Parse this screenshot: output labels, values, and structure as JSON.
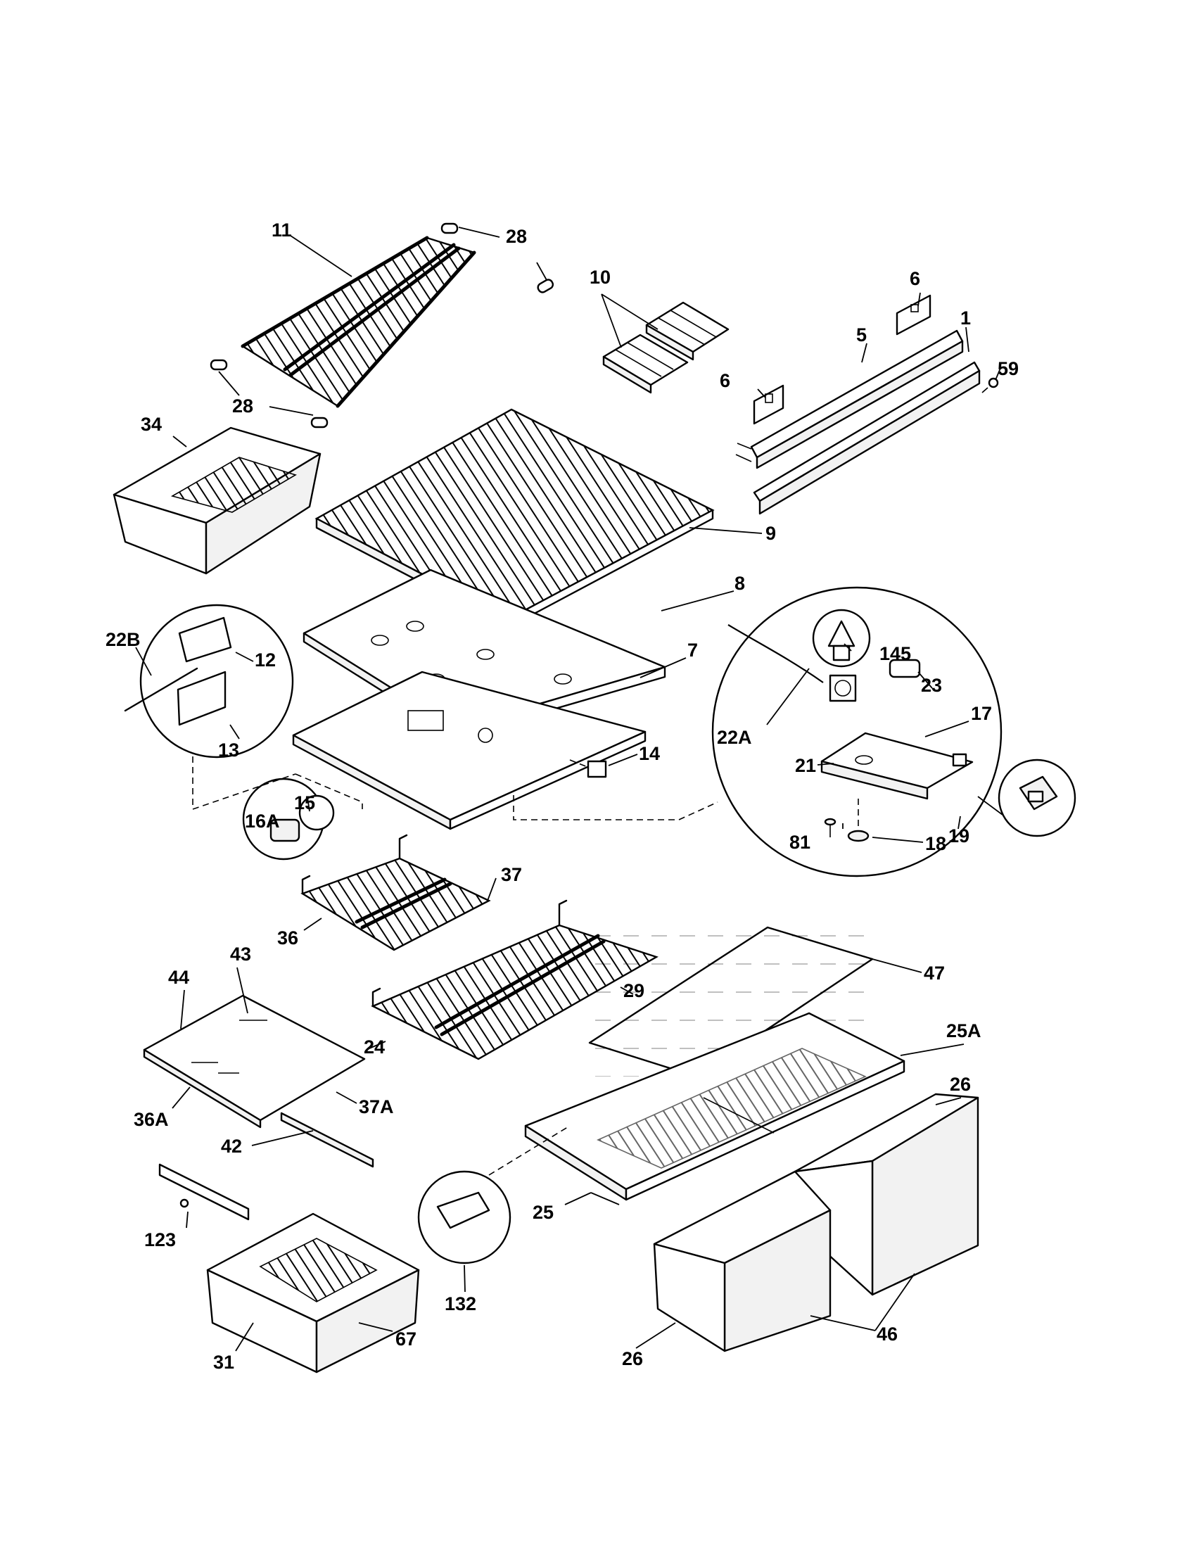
{
  "diagram": {
    "callouts": {
      "c11": "11",
      "c28a": "28",
      "c28b": "28",
      "c10": "10",
      "c6a": "6",
      "c6b": "6",
      "c5": "5",
      "c1": "1",
      "c59": "59",
      "c34": "34",
      "c9": "9",
      "c8": "8",
      "c7": "7",
      "c22B": "22B",
      "c12": "12",
      "c13": "13",
      "c145": "145",
      "c23": "23",
      "c22A": "22A",
      "c21": "21",
      "c17": "17",
      "c14": "14",
      "c15": "15",
      "c16A": "16A",
      "c19": "19",
      "c81": "81",
      "c18": "18",
      "c37": "37",
      "c36": "36",
      "c47": "47",
      "c29": "29",
      "c43": "43",
      "c44": "44",
      "c24": "24",
      "c25A": "25A",
      "c26a": "26",
      "c36A": "36A",
      "c37A": "37A",
      "c42": "42",
      "c25": "25",
      "c123": "123",
      "c132": "132",
      "c67": "67",
      "c31": "31",
      "c46": "46",
      "c26b": "26"
    }
  }
}
